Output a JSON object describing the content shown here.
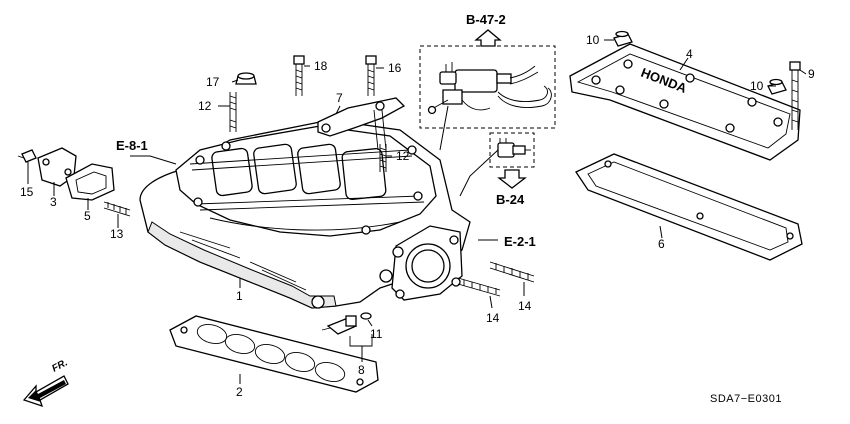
{
  "callouts": {
    "p1": "1",
    "p2": "2",
    "p3": "3",
    "p4": "4",
    "p5": "5",
    "p6": "6",
    "p7": "7",
    "p8": "8",
    "p10a": "10",
    "p10b": "10",
    "p11": "11",
    "p12a": "12",
    "p12b": "12",
    "p13": "13",
    "p14a": "14",
    "p14b": "14",
    "p15": "15",
    "p16": "16",
    "p17": "17",
    "p18": "18",
    "p9": "9"
  },
  "references": {
    "b47_2": "B-47-2",
    "b24": "B-24",
    "e8_1": "E-8-1",
    "e2_1": "E-2-1"
  },
  "cover_logo_text": "HONDA",
  "direction_label": "FR.",
  "diagram_code": "SDA7−E0301"
}
